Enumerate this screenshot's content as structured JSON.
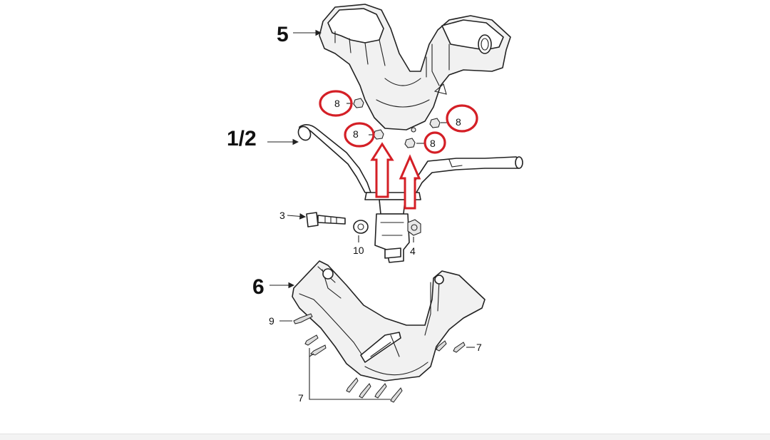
{
  "labels": {
    "part5": "5",
    "part12": "1/2",
    "part3": "3",
    "part10": "10",
    "part4": "4",
    "part6": "6",
    "part9": "9",
    "part7_right": "7",
    "part7_bottom": "7",
    "part8_a": "8",
    "part8_b": "8",
    "part8_c": "8",
    "part8_d": "8"
  },
  "colors": {
    "highlight": "#d41f26",
    "line": "#222222",
    "background": "#ffffff"
  }
}
